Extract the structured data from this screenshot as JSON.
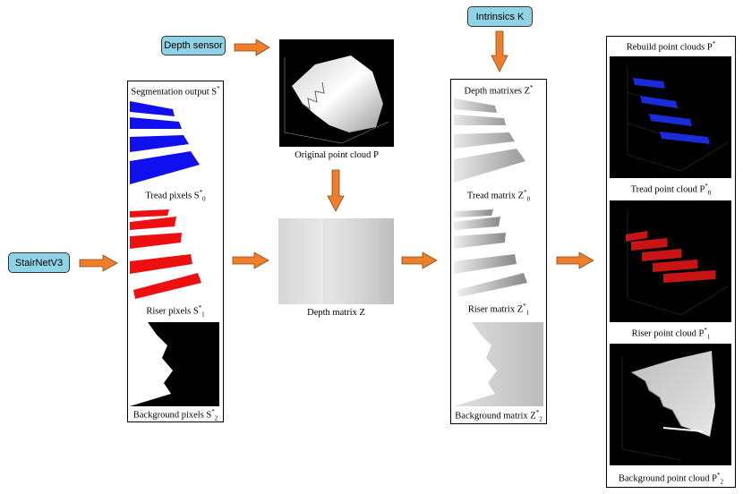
{
  "inputs": {
    "stairnet": "StairNetV3",
    "depth_sensor": "Depth sensor",
    "intrinsics": "Intrinsics K"
  },
  "segmentation": {
    "title": "Segmentation output S",
    "title_sup": "*",
    "tread": {
      "label": "Tread pixels S",
      "sup": "*",
      "sub": "0"
    },
    "riser": {
      "label": "Riser pixels S",
      "sup": "*",
      "sub": "1"
    },
    "background": {
      "label": "Background pixels S",
      "sup": "*",
      "sub": "2"
    }
  },
  "point_cloud": {
    "label": "Original point cloud P"
  },
  "depth": {
    "label": "Depth matrix Z"
  },
  "depth_matrixes": {
    "title": "Depth matrixes Z",
    "title_sup": "*",
    "tread": {
      "label": "Tread matrix Z",
      "sup": "*",
      "sub": "0"
    },
    "riser": {
      "label": "Riser matrix Z",
      "sup": "*",
      "sub": "1"
    },
    "background": {
      "label": "Background matrix Z",
      "sup": "*",
      "sub": "2"
    }
  },
  "rebuild": {
    "title": "Rebuild point clouds P",
    "title_sup": "*",
    "tread": {
      "label": "Tread point cloud P",
      "sup": "*",
      "sub": "0"
    },
    "riser": {
      "label": "Riser point cloud P",
      "sup": "*",
      "sub": "1"
    },
    "background": {
      "label": "Background point cloud P",
      "sup": "*",
      "sub": "2"
    }
  },
  "colors": {
    "arrow": "#ee7d2c",
    "arrow_edge": "#8a4a17",
    "pill": "#8fd3e6",
    "tread": "#1010ee",
    "riser": "#ee1010"
  }
}
